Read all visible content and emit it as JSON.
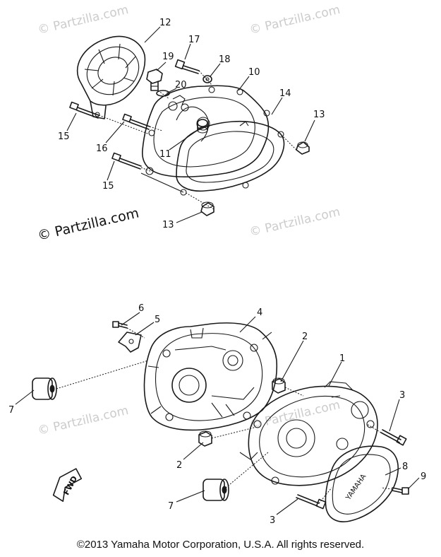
{
  "watermarks": [
    {
      "text": "© Partzilla.com",
      "style": "faint"
    },
    {
      "text": "© Partzilla.com",
      "style": "faint"
    },
    {
      "text": "© Partzilla.com",
      "style": "strong"
    },
    {
      "text": "© Partzilla.com",
      "style": "faint"
    },
    {
      "text": "© Partzilla.com",
      "style": "faint"
    },
    {
      "text": "© Partzilla.com",
      "style": "faint"
    }
  ],
  "callouts": {
    "c1": "1",
    "c2a": "2",
    "c2b": "2",
    "c3a": "3",
    "c3b": "3",
    "c4": "4",
    "c5": "5",
    "c6": "6",
    "c7a": "7",
    "c7b": "7",
    "c8": "8",
    "c9": "9",
    "c10": "10",
    "c11": "11",
    "c12": "12",
    "c13a": "13",
    "c13b": "13",
    "c14": "14",
    "c15a": "15",
    "c15b": "15",
    "c16": "16",
    "c17": "17",
    "c18": "18",
    "c19": "19",
    "c20": "20"
  },
  "cover_brand": "YAMAHA",
  "direction_marker": "FWD",
  "copyright": "©2013 Yamaha Motor Corporation, U.S.A. All rights reserved."
}
